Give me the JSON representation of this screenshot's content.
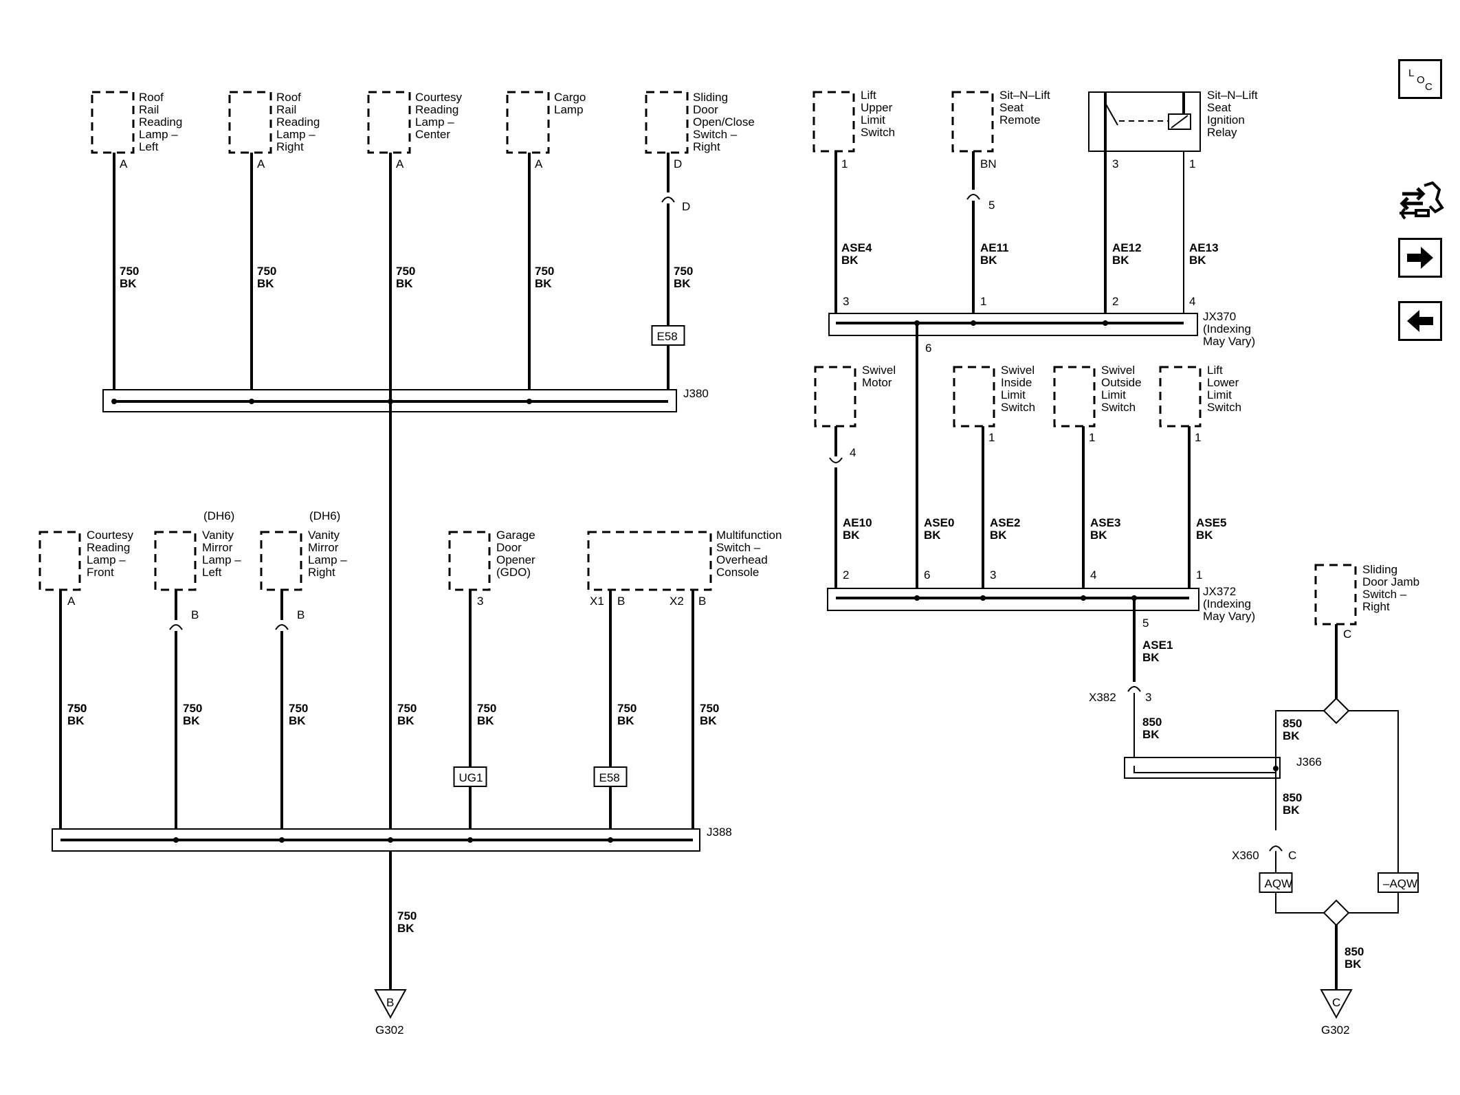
{
  "components_top_left": [
    {
      "id": "roof-left",
      "lines": [
        "Roof",
        "Rail",
        "Reading",
        "Lamp –",
        "Left"
      ],
      "pin": "A",
      "circuit": [
        "750",
        "BK"
      ]
    },
    {
      "id": "roof-right",
      "lines": [
        "Roof",
        "Rail",
        "Reading",
        "Lamp –",
        "Right"
      ],
      "pin": "A",
      "circuit": [
        "750",
        "BK"
      ]
    },
    {
      "id": "courtesy-center",
      "lines": [
        "Courtesy",
        "Reading",
        "Lamp –",
        "Center"
      ],
      "pin": "A",
      "circuit": [
        "750",
        "BK"
      ]
    },
    {
      "id": "cargo-lamp",
      "lines": [
        "Cargo",
        "Lamp"
      ],
      "pin": "A",
      "circuit": [
        "750",
        "BK"
      ]
    },
    {
      "id": "sliding-door-switch",
      "lines": [
        "Sliding",
        "Door",
        "Open/Close",
        "Switch –",
        "Right"
      ],
      "pin": "D",
      "circuit": [
        "750",
        "BK"
      ],
      "inline": "E58"
    }
  ],
  "splice_j380": "J380",
  "components_bottom_left": [
    {
      "id": "courtesy-front",
      "lines": [
        "Courtesy",
        "Reading",
        "Lamp –",
        "Front"
      ],
      "pin": "A",
      "circuit": [
        "750",
        "BK"
      ]
    },
    {
      "id": "vanity-left",
      "lines": [
        "Vanity",
        "Mirror",
        "Lamp –",
        "Left"
      ],
      "option": "(DH6)",
      "pin": "B",
      "circuit": [
        "750",
        "BK"
      ]
    },
    {
      "id": "vanity-right",
      "lines": [
        "Vanity",
        "Mirror",
        "Lamp –",
        "Right"
      ],
      "option": "(DH6)",
      "pin": "B",
      "circuit": [
        "750",
        "BK"
      ]
    },
    {
      "id": "garage-door-opener",
      "lines": [
        "Garage",
        "Door",
        "Opener",
        "(GDO)"
      ],
      "pin": "3",
      "circuit": [
        "750",
        "BK"
      ],
      "inline": "UG1"
    },
    {
      "id": "multifunction-switch",
      "lines": [
        "Multifunction",
        "Switch –",
        "Overhead",
        "Console"
      ],
      "pins": [
        "X1",
        "B",
        "X2",
        "B"
      ],
      "circuit": [
        "750",
        "BK"
      ],
      "inline": "E58"
    }
  ],
  "trunk_circuit": [
    "750",
    "BK"
  ],
  "splice_j388": "J388",
  "ground_left": {
    "letter": "B",
    "name": "G302"
  },
  "components_top_right": [
    {
      "id": "lift-upper",
      "lines": [
        "Lift",
        "Upper",
        "Limit",
        "Switch"
      ],
      "pin": "1",
      "circuit": [
        "ASE4",
        "BK"
      ],
      "jx_pin": "3"
    },
    {
      "id": "seat-remote",
      "lines": [
        "Sit–N–Lift",
        "Seat",
        "Remote"
      ],
      "pin": "BN",
      "inline_pin": "5",
      "circuit": [
        "AE11",
        "BK"
      ],
      "jx_pin": "1"
    },
    {
      "id": "ignition-relay",
      "lines": [
        "Sit–N–Lift",
        "Seat",
        "Ignition",
        "Relay"
      ],
      "pins": [
        "3",
        "1"
      ],
      "circuits": [
        [
          "AE12",
          "BK"
        ],
        [
          "AE13",
          "BK"
        ]
      ],
      "jx_pins": [
        "2",
        "4"
      ]
    }
  ],
  "jx370": [
    "JX370",
    "(Indexing",
    "May Vary)"
  ],
  "jx370_out_pin": "6",
  "components_mid_right": [
    {
      "id": "swivel-motor",
      "lines": [
        "Swivel",
        "Motor"
      ],
      "pin": "4",
      "circuit": [
        "AE10",
        "BK"
      ],
      "jx_pin": "2"
    },
    {
      "id": "ase0",
      "circuit": [
        "ASE0",
        "BK"
      ],
      "jx_pin": "6"
    },
    {
      "id": "swivel-inside",
      "lines": [
        "Swivel",
        "Inside",
        "Limit",
        "Switch"
      ],
      "pin": "1",
      "circuit": [
        "ASE2",
        "BK"
      ],
      "jx_pin": "3"
    },
    {
      "id": "swivel-outside",
      "lines": [
        "Swivel",
        "Outside",
        "Limit",
        "Switch"
      ],
      "pin": "1",
      "circuit": [
        "ASE3",
        "BK"
      ],
      "jx_pin": "4"
    },
    {
      "id": "lift-lower",
      "lines": [
        "Lift",
        "Lower",
        "Limit",
        "Switch"
      ],
      "pin": "1",
      "circuit": [
        "ASE5",
        "BK"
      ],
      "jx_pin": "1"
    }
  ],
  "jx372": [
    "JX372",
    "(Indexing",
    "May Vary)"
  ],
  "jx372_out_pin": "5",
  "ase1": [
    "ASE1",
    "BK"
  ],
  "x382": {
    "name": "X382",
    "pin": "3"
  },
  "c850": [
    "850",
    "BK"
  ],
  "splice_j366": "J366",
  "x360": {
    "name": "X360",
    "pin": "C"
  },
  "jamb_switch": {
    "lines": [
      "Sliding",
      "Door Jamb",
      "Switch –",
      "Right"
    ],
    "pin": "C"
  },
  "option_aqw": "AQW",
  "option_not_aqw": "–AQW",
  "ground_right": {
    "letter": "C",
    "name": "G302"
  },
  "nav": {
    "loc_L": "L",
    "loc_O": "O",
    "loc_C": "C"
  }
}
